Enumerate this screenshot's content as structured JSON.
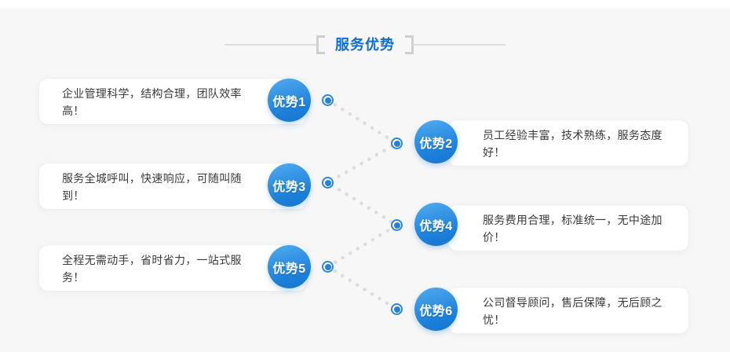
{
  "header": {
    "title": "服务优势"
  },
  "advantages": [
    {
      "badge": "优势1",
      "text": "企业管理科学，结构合理，团队效率高！"
    },
    {
      "badge": "优势2",
      "text": "员工经验丰富，技术熟练，服务态度好！"
    },
    {
      "badge": "优势3",
      "text": "服务全城呼叫，快速响应，可随叫随到！"
    },
    {
      "badge": "优势4",
      "text": "服务费用合理，标准统一，无中途加价！"
    },
    {
      "badge": "优势5",
      "text": "全程无需动手，省时省力，一站式服务！"
    },
    {
      "badge": "优势6",
      "text": "公司督导顾问，售后保障，无后顾之忧！"
    }
  ],
  "colors": {
    "background": "#f7f7f8",
    "top_strip": "#ffffff",
    "title_blue": "#0c6ed0",
    "badge_blue_top": "#4aa6ed",
    "badge_blue_bottom": "#1b7ed8",
    "marker_blue": "#2b86dc",
    "connector_gray": "#dcdcdc",
    "card_text": "#3a3a3a"
  }
}
